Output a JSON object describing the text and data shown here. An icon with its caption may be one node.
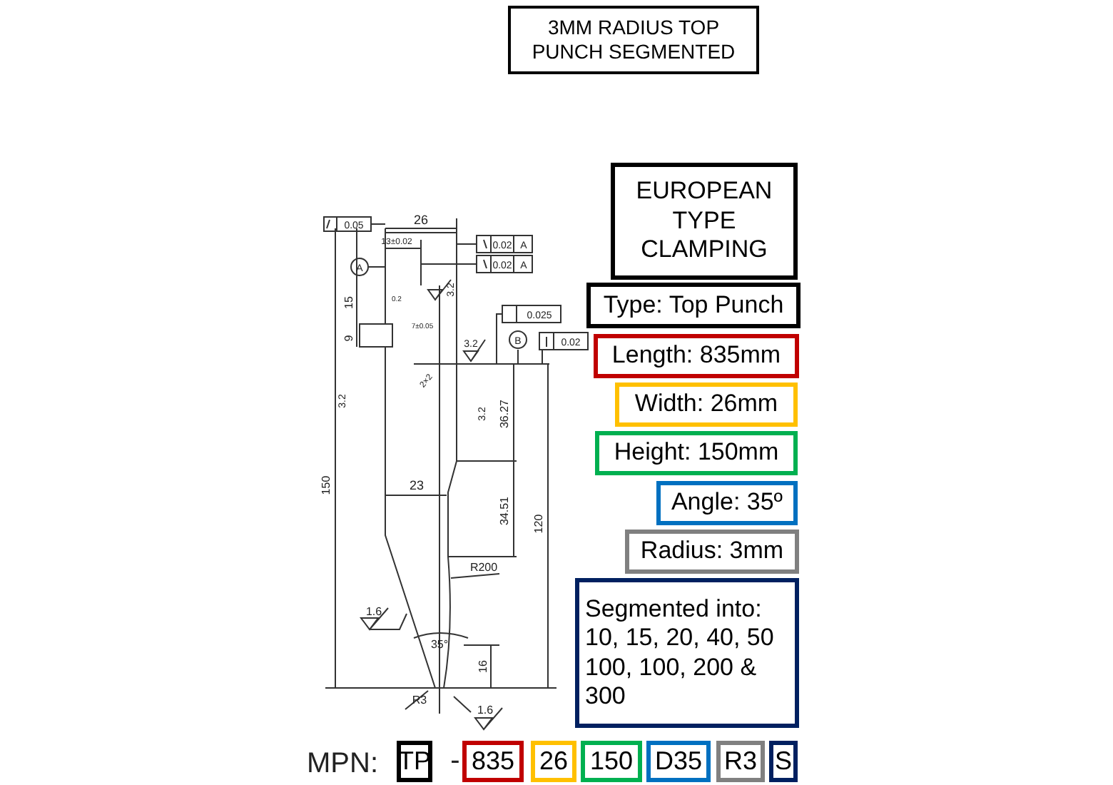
{
  "diagram": {
    "nodes": [
      {
        "text": [
          "3MM RADIUS TOP PUNCH SEGMENTED"
        ]
      },
      {
        "text": [
          "EUROPEAN TYPE CLAMPING"
        ]
      },
      {
        "text": [
          "Type: Top Punch"
        ]
      },
      {
        "text": [
          "Length: 835mm"
        ]
      },
      {
        "text": [
          "Width: 26mm"
        ]
      },
      {
        "text": [
          "Height: 150mm"
        ]
      },
      {
        "text": [
          "Angle: 35º"
        ]
      },
      {
        "text": [
          "Radius: 3mm"
        ]
      },
      {
        "text": [
          "Segmented into: 10, 15, 20, 40, 50 100, 100, 200 & 300"
        ]
      },
      {
        "text": [
          "TP"
        ]
      },
      {
        "text": [
          "835"
        ]
      },
      {
        "text": [
          "26"
        ]
      },
      {
        "text": [
          "150"
        ]
      },
      {
        "text": [
          "D35"
        ]
      },
      {
        "text": [
          "R3"
        ]
      },
      {
        "text": [
          "S"
        ]
      }
    ],
    "edges": [],
    "labels": [
      "0.05",
      "26",
      "0.02",
      "A",
      "13±0.02",
      "0.02",
      "A",
      "A",
      "3.2",
      "15",
      "0.2",
      "0.025",
      "9",
      "7±0.05",
      "3.2",
      "B",
      "0.02",
      "2×2",
      "3.2",
      "3.2",
      "36.27",
      "150",
      "23",
      "34.51",
      "120",
      "R200",
      "1.6",
      "35°",
      "16",
      "R3",
      "1.6",
      "MPN:",
      "-"
    ]
  }
}
